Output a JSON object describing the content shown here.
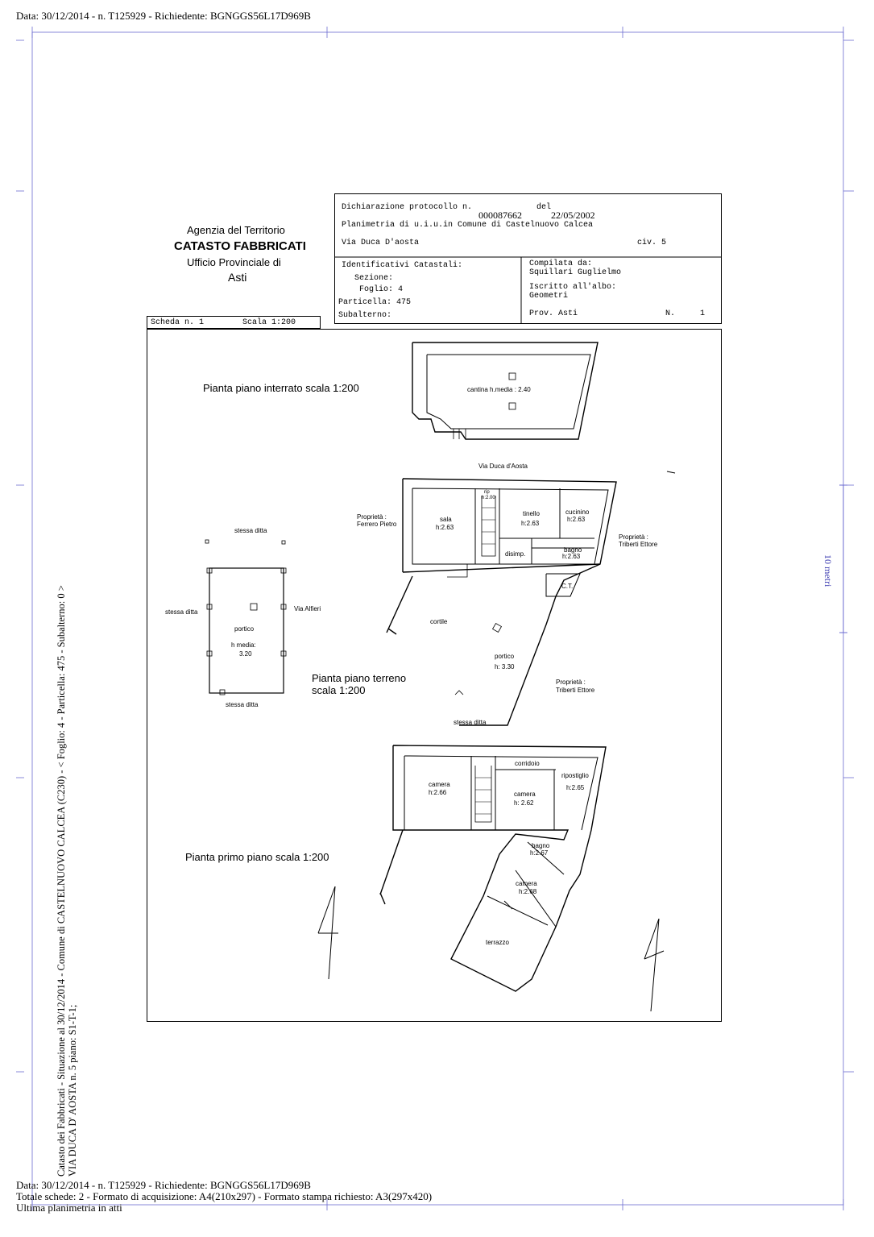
{
  "top_header": "Data: 30/12/2014 - n. T125929 - Richiedente: BGNGGS56L17D969B",
  "agency": {
    "line1": "Agenzia del Territorio",
    "line2": "CATASTO FABBRICATI",
    "line3": "Ufficio Provinciale di",
    "line4": "Asti"
  },
  "declaration": {
    "protocol_label": "Dichiarazione protocollo n.",
    "protocol_number": "000087662",
    "del_label": "del",
    "date": "22/05/2002",
    "planimetria": "Planimetria di u.i.u.in Comune di Castelnuovo Calcea",
    "address": "Via Duca D'aosta",
    "civ": "civ. 5"
  },
  "identifiers": {
    "title": "Identificativi Catastali:",
    "sezione": "Sezione:",
    "foglio": "Foglio: 4",
    "particella": "Particella: 475",
    "subalterno": "Subalterno:"
  },
  "compiled": {
    "by_label": "Compilata da:",
    "by_name": "Squillari Guglielmo",
    "albo_label": "Iscritto all'albo:",
    "albo_value": "Geometri",
    "prov": "Prov. Asti",
    "n_label": "N.",
    "n_value": "1"
  },
  "scheda": {
    "label": "Scheda n. 1",
    "scale": "Scala 1:200"
  },
  "plans": {
    "interrato_title": "Pianta piano interrato scala 1:200",
    "terreno_title_1": "Pianta piano terreno",
    "terreno_title_2": "scala 1:200",
    "primo_title": "Pianta primo piano scala 1:200"
  },
  "rooms": {
    "cantina": "cantina  h.media : 2.40",
    "via_duca": "Via Duca d'Aosta",
    "rip_small_1": "rip",
    "rip_small_2": "h:2.00",
    "sala": "sala",
    "sala_h": "h:2.63",
    "tinello": "tinello",
    "tinello_h": "h:2.63",
    "cucinino": "cucinino",
    "cucinino_h": "h:2.63",
    "disimp": "disimp.",
    "bagno_pt": "bagno",
    "bagno_pt_h": "h:2.63",
    "ct": "C.T.",
    "cortile": "cortile",
    "portico_pt": "portico",
    "portico_pt_h": "h: 3.30",
    "ferrero_1": "Proprietà :",
    "ferrero_2": "Ferrero Pietro",
    "triberti_top_1": "Proprietà :",
    "triberti_top_2": "Triberti Ettore",
    "triberti_bot_1": "Proprietà :",
    "triberti_bot_2": "Triberti Ettore",
    "stessa_ditta_bottom": "stessa ditta",
    "stessa_ditta_top": "stessa ditta",
    "stessa_ditta_left": "stessa ditta",
    "via_alfieri": "Via  Alfieri",
    "portico_l": "portico",
    "portico_l_h1": "h media:",
    "portico_l_h2": "3.20",
    "stessa_ditta_l_bottom": "stessa ditta",
    "corridoio": "corridoio",
    "camera_1": "camera",
    "camera_1_h": "h:2.66",
    "camera_2": "camera",
    "camera_2_h": "h: 2.62",
    "ripostiglio": "ripostiglio",
    "ripostiglio_h": "h:2.65",
    "bagno_p1": "bagno",
    "bagno_p1_h": "h:2.67",
    "camera_3": "camera",
    "camera_3_h": "h:2.68",
    "terrazzo": "terrazzo"
  },
  "scale_bar": "10 metri",
  "side_text": {
    "line1": "Catasto dei Fabbricati - Situazione al 30/12/2014 - Comune di CASTELNUOVO CALCEA (C230) - < Foglio: 4 - Particella: 475 - Subalterno: 0 >",
    "line2": "VIA DUCA D' AOSTA n. 5 piano: S1-T-1;"
  },
  "footer": {
    "line1": "Data: 30/12/2014 - n. T125929 - Richiedente: BGNGGS56L17D969B",
    "line2": "Totale schede: 2 - Formato di acquisizione: A4(210x297)  - Formato stampa richiesto: A3(297x420)",
    "line3": "Ultima planimetria in atti"
  }
}
